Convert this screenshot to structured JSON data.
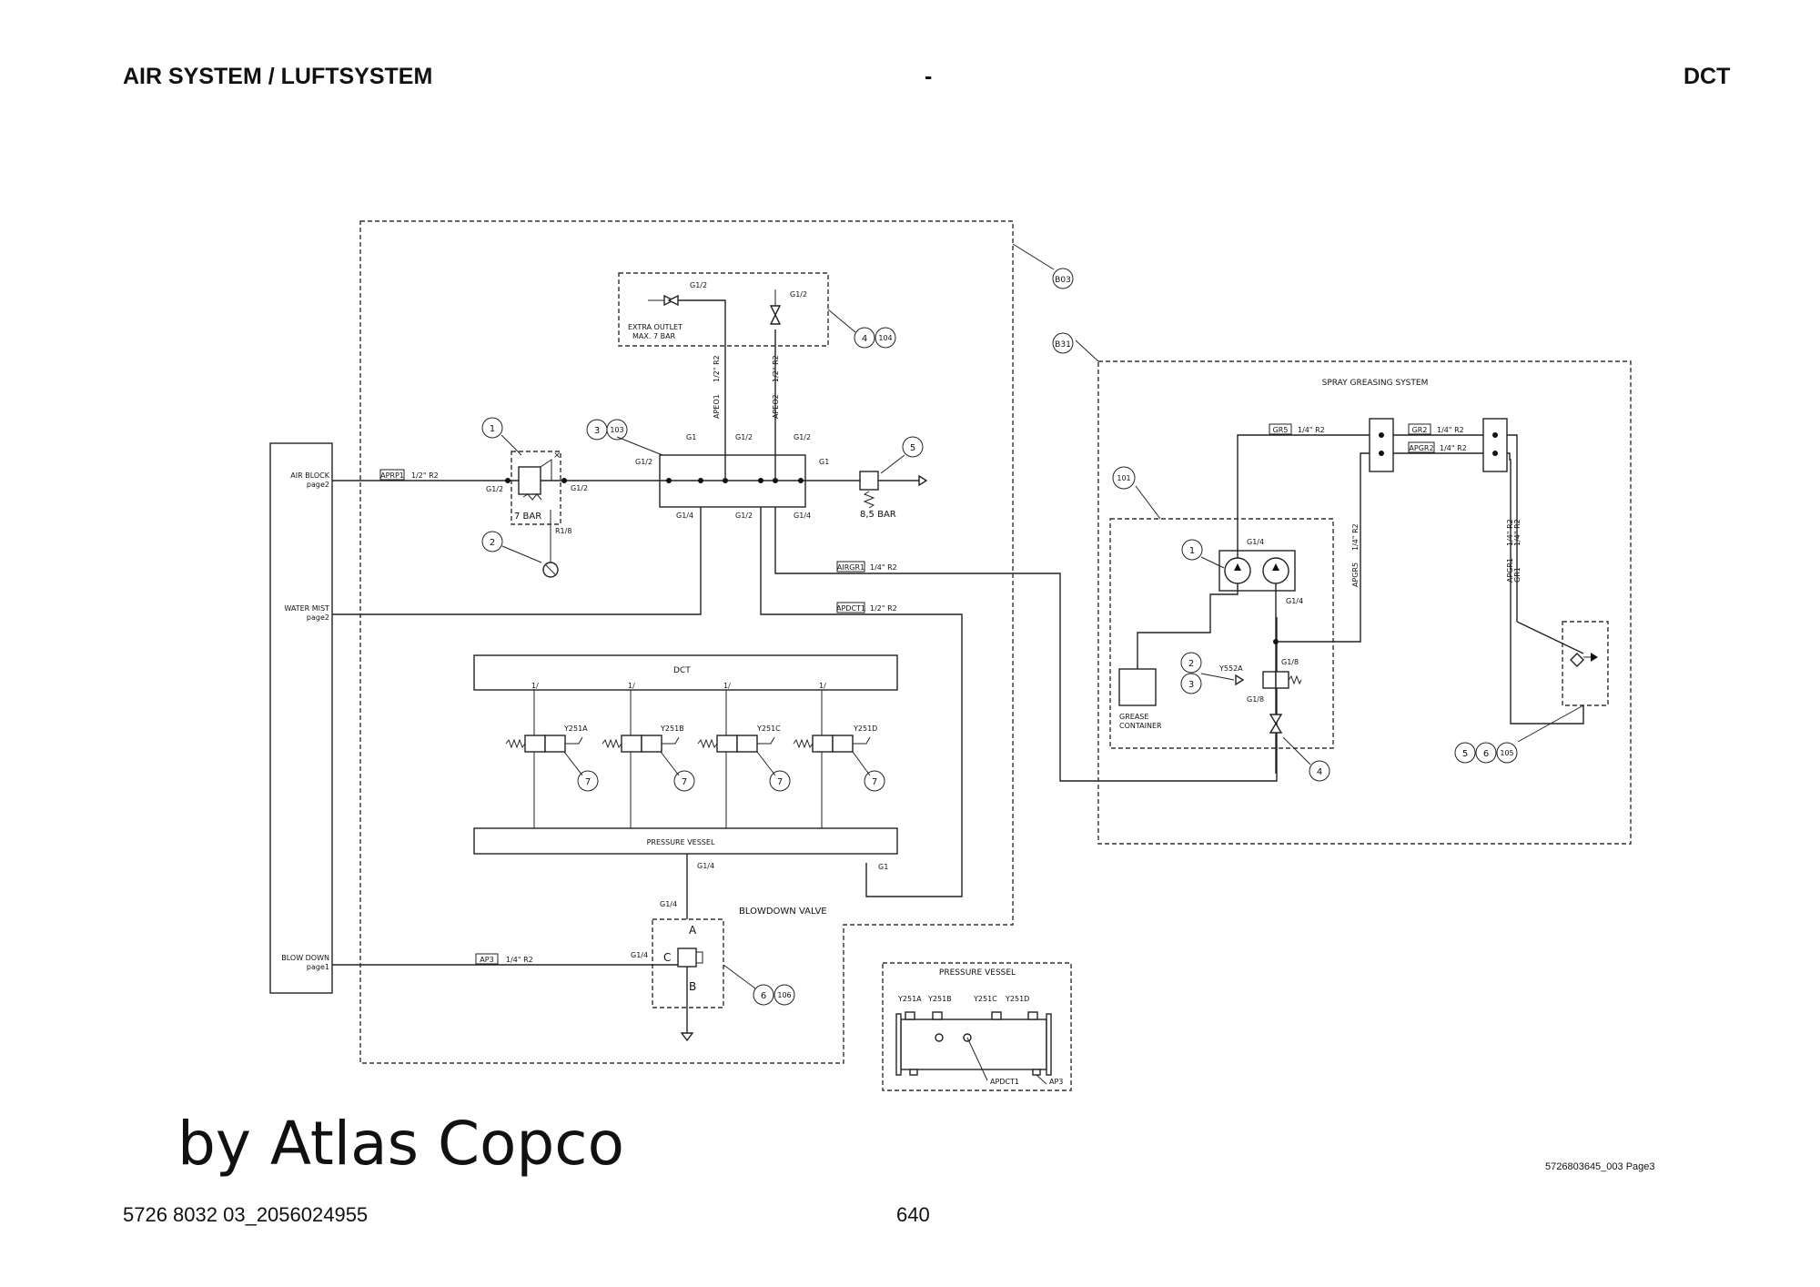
{
  "header": {
    "left": "AIR SYSTEM / LUFTSYSTEM",
    "center": "-",
    "right": "DCT"
  },
  "footer": {
    "left": "5726 8032 03_2056024955",
    "center": "640",
    "brand": "by Atlas Copco",
    "doc_ref": "5726803645_003 Page3"
  },
  "diagram": {
    "assembly_labels": {
      "main": "B03",
      "spray": "B31"
    },
    "left_panel": {
      "air_block": [
        "AIR BLOCK",
        "page2"
      ],
      "water_mist": [
        "WATER MIST",
        "page2"
      ],
      "blow_down": [
        "BLOW DOWN",
        "page1"
      ]
    },
    "extra_outlet": [
      "EXTRA OUTLET",
      "MAX. 7 BAR"
    ],
    "fittings": {
      "g1": "G1",
      "g12": "G1/2",
      "g14": "G1/4",
      "g18": "G1/8",
      "r18": "R1/8"
    },
    "line_labels": {
      "aprp1": "APRP1",
      "size_12_r2": "1/2\" R2",
      "size_14_r2": "1/4\" R2",
      "apeo1": "APEO1",
      "apeo2": "APEO2",
      "airgr1": "AIRGR1",
      "apdct1": "APDCT1",
      "ap3": "AP3",
      "gr5": "GR5",
      "gr2": "GR2",
      "apgr2": "APGR2",
      "apgr5": "APGR5",
      "apgr1": "APGR1",
      "gr1": "GR1"
    },
    "regulator": {
      "setting": "7 BAR"
    },
    "relief_valve": {
      "setting": "8,5 BAR"
    },
    "callouts": {
      "one": "1",
      "two": "2",
      "three": "3",
      "four": "4",
      "five": "5",
      "six": "6",
      "seven": "7",
      "c103": "103",
      "c104": "104",
      "c101": "101",
      "c105": "105",
      "c106": "106"
    },
    "dct_bar": "DCT",
    "valve_ports": "1/",
    "solenoids": [
      "Y251A",
      "Y251B",
      "Y251C",
      "Y251D"
    ],
    "pressure_vessel": "PRESSURE VESSEL",
    "blowdown_valve": "BLOWDOWN VALVE",
    "blowdown_ports": {
      "a": "A",
      "b": "B",
      "c": "C"
    },
    "spray_system": {
      "title": "SPRAY GREASING SYSTEM",
      "grease_container": [
        "GREASE",
        "CONTAINER"
      ],
      "solenoid": "Y552A"
    },
    "vessel_detail": {
      "title": "PRESSURE VESSEL",
      "tags": [
        "Y251A",
        "Y251B",
        "Y251C",
        "Y251D"
      ],
      "apdct1": "APDCT1",
      "ap3": "AP3"
    }
  }
}
